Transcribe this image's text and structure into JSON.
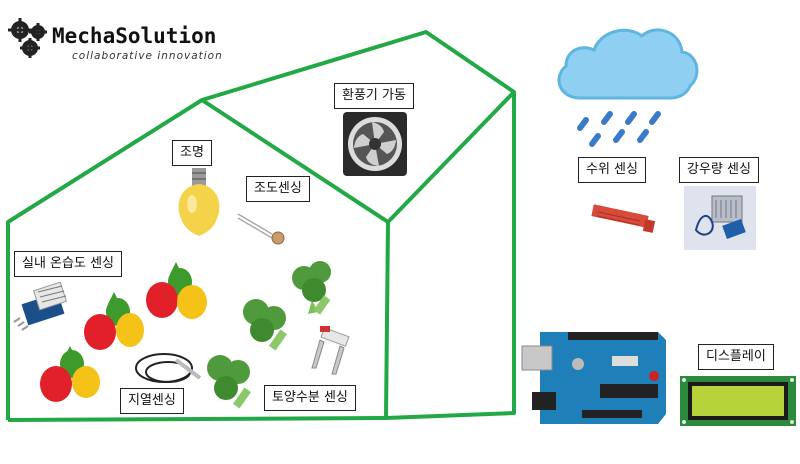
{
  "logo": {
    "title": "MechaSolution",
    "subtitle": "collaborative innovation"
  },
  "labels": {
    "fan": "환풍기 가동",
    "lighting": "조명",
    "illuminance": "조도센싱",
    "temp_humidity": "실내 온습도 센싱",
    "ground_temp": "지열센싱",
    "soil_moisture": "토양수분 센싱",
    "water_level": "수위 센싱",
    "rainfall": "강우량 센싱",
    "display": "디스플레이"
  },
  "colors": {
    "greenhouse_outline": "#22a845",
    "cloud": "#8fd0f2",
    "cloud_stroke": "#5fb4e0",
    "rain": "#3a7bc8",
    "pepper_red": "#e2202a",
    "pepper_yellow": "#f5c218",
    "pepper_green": "#3d9a2c",
    "broccoli": "#4f9a3c",
    "arduino": "#1f7fb8",
    "lcd": "#b6d33a"
  }
}
